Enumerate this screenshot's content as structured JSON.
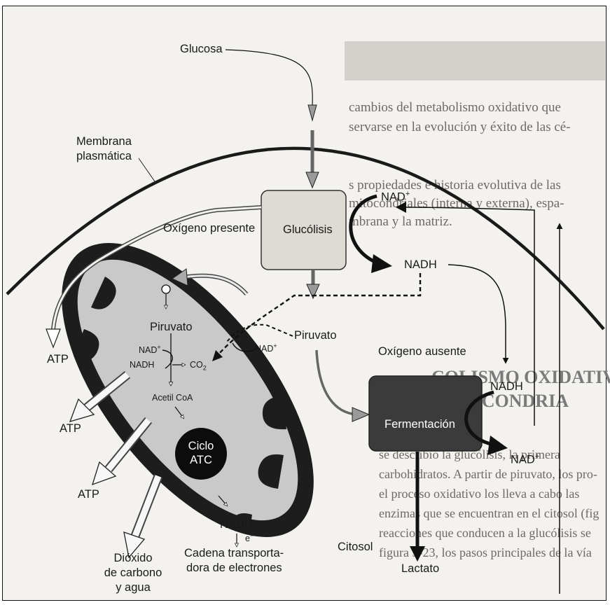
{
  "labels": {
    "glucosa": "Glucosa",
    "membrana_1": "Membrana",
    "membrana_2": "plasmática",
    "oxigeno_presente": "Oxígeno presente",
    "glucolisis": "Glucólisis",
    "nad_plus": "NAD",
    "nadh": "NADH",
    "piruvato": "Piruvato",
    "oxigeno_ausente": "Oxígeno ausente",
    "fermentacion": "Fermentación",
    "citosol": "Citosol",
    "lactato": "Lactato",
    "atp": "ATP",
    "co2": "CO",
    "co2_sub": "2",
    "acetil_coa": "Acetil CoA",
    "ciclo_1": "Ciclo",
    "ciclo_2": "ATC",
    "e_minus": "e",
    "cadena_1": "Cadena transporta-",
    "cadena_2": "dora de electrones",
    "dioxido_1": "Dióxido",
    "dioxido_2": "de carbono",
    "dioxido_3": "y agua",
    "plus": "+",
    "minus": "−"
  },
  "background_text": {
    "line_1": "cambios del metabolismo oxidativo que",
    "line_2": "servarse en la evolución y éxito de las cé-",
    "line_3": "s propiedades e historia evolutiva de las",
    "line_4": "mitocondriales (interna y externa), espa-",
    "line_5": "mbrana y la matriz.",
    "heading_1": "COLISMO OXIDATIVO",
    "heading_2": "MITOCONDRIA",
    "para_1": "se describió la glucólisis, la primera",
    "para_2": "carbohidratos. A partir de piruvato, los pro-",
    "para_3": "el proceso oxidativo los lleva a cabo las",
    "para_4": "enzimas que se encuentran en el citosol (fig",
    "para_5": "reacciones que conducen a la glucólisis se",
    "para_6": "figura 3-23, los pasos principales de la vía"
  },
  "colors": {
    "paper": "#f4f2ee",
    "mito_outer": "#1d1d1d",
    "mito_inner": "#c9c9c9",
    "cycle": "#0c0c0c",
    "glucolisis_box": "#dedad4",
    "fermentacion_box": "#3b3b3b"
  }
}
